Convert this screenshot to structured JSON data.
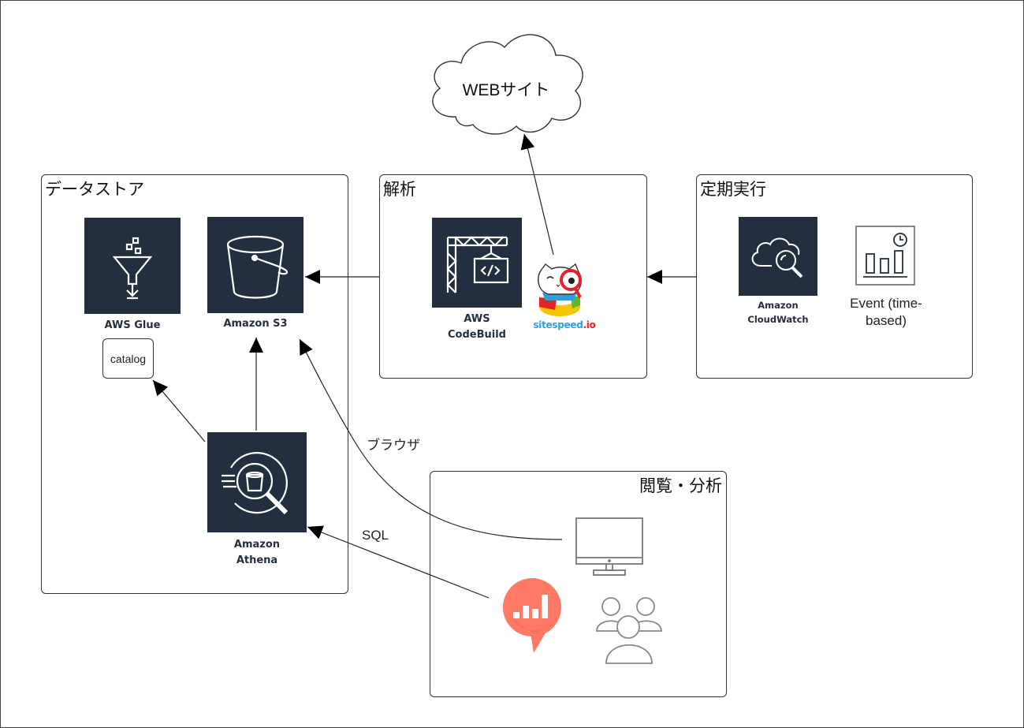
{
  "cloud": {
    "label": "WEBサイト"
  },
  "groups": {
    "datastore": {
      "title": "データストア"
    },
    "analysis": {
      "title": "解析"
    },
    "scheduled": {
      "title": "定期実行"
    },
    "viewing": {
      "title": "閲覧・分析"
    }
  },
  "services": {
    "glue": {
      "label": "AWS Glue",
      "icon": "glue-funnel-icon"
    },
    "s3": {
      "label": "Amazon S3",
      "icon": "s3-bucket-icon"
    },
    "athena": {
      "label_line1": "Amazon",
      "label_line2": "Athena",
      "icon": "athena-search-icon"
    },
    "codebuild": {
      "label_line1": "AWS",
      "label_line2": "CodeBuild",
      "icon": "codebuild-crane-icon"
    },
    "sitespeed": {
      "label_part1": "sitespeed",
      "label_part2": ".io",
      "icon": "sitespeed-cat-logo"
    },
    "cloudwatch": {
      "label_line1": "Amazon",
      "label_line2": "CloudWatch",
      "icon": "cloudwatch-icon"
    },
    "event": {
      "label_line1": "Event (time-",
      "label_line2": "based)",
      "icon": "event-time-based-icon"
    },
    "catalog": {
      "label": "catalog"
    },
    "monitor": {
      "icon": "monitor-icon"
    },
    "redash": {
      "icon": "redash-icon"
    },
    "users": {
      "icon": "users-icon"
    }
  },
  "edges": {
    "browser": {
      "label": "ブラウザ"
    },
    "sql": {
      "label": "SQL"
    }
  },
  "colors": {
    "aws_dark": "#232f3e",
    "redash": "#ff7964",
    "sitespeed_blue": "#2e9fd8",
    "sitespeed_red": "#e8202a",
    "line": "#222222"
  }
}
